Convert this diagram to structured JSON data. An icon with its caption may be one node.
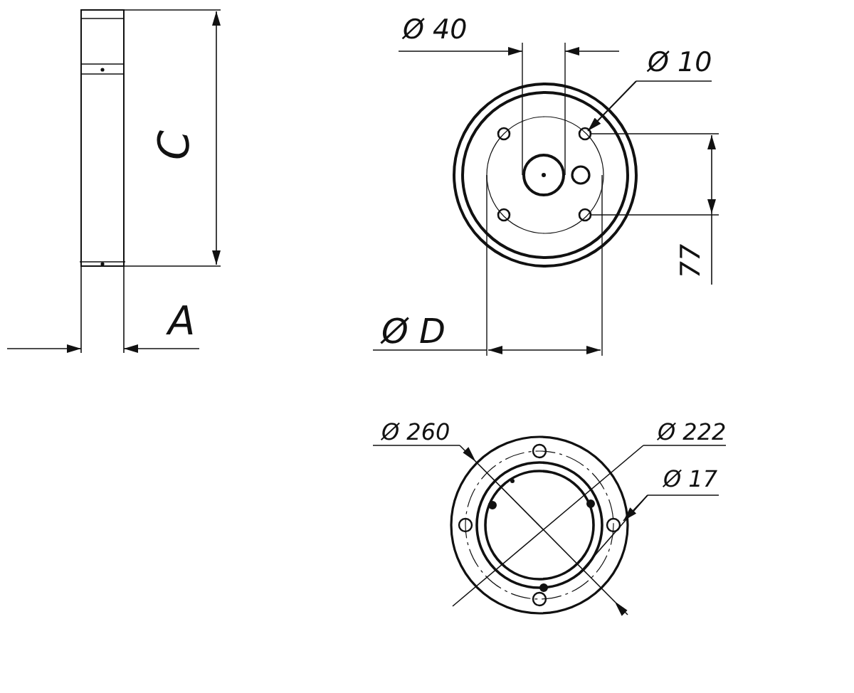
{
  "diagram": {
    "labels": [
      "Ø 40",
      "Ø 10",
      "C",
      "77",
      "A",
      "Ø D",
      "Ø 260",
      "Ø 222",
      "Ø 17"
    ]
  }
}
